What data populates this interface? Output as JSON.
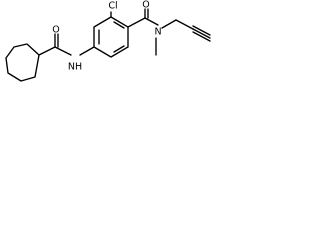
{
  "molecule": {
    "atom_labels": {
      "oxygen_amide_left": "O",
      "nitrogen_amide_left": "NH",
      "chlorine": "Cl",
      "oxygen_amide_right": "O",
      "nitrogen_amide_right": "N"
    },
    "colors": {
      "bond": "#000000",
      "text": "#000000",
      "background": "#ffffff"
    }
  }
}
